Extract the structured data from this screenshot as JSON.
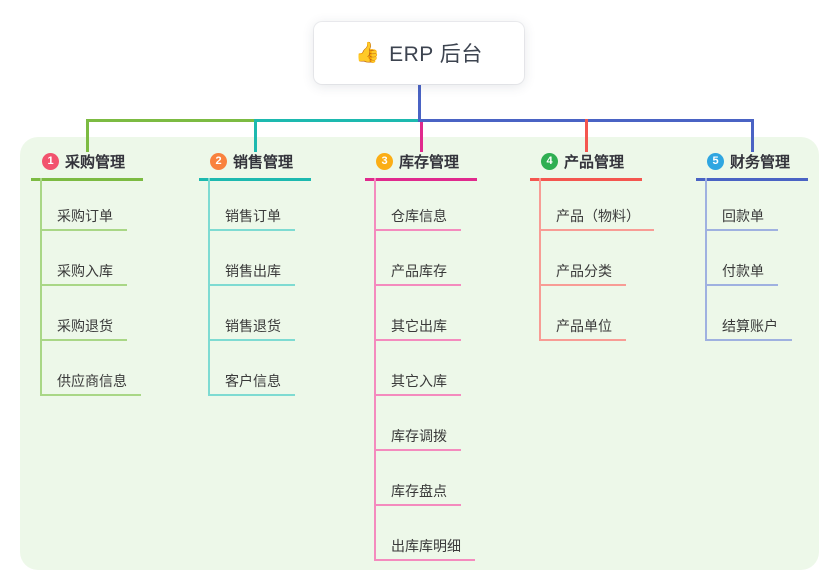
{
  "root": {
    "icon": "👍",
    "label": "ERP 后台"
  },
  "panel_bg": "#EDF8E9",
  "trunk_color": "#4A63C4",
  "branches": [
    {
      "badge": "1",
      "label": "采购管理",
      "badge_color": "#F2536E",
      "line_color": "#7CBB42",
      "light_color": "#A9D786",
      "children": [
        "采购订单",
        "采购入库",
        "采购退货",
        "供应商信息"
      ]
    },
    {
      "badge": "2",
      "label": "销售管理",
      "badge_color": "#F9823E",
      "line_color": "#1DB9AF",
      "light_color": "#7EDBD2",
      "children": [
        "销售订单",
        "销售出库",
        "销售退货",
        "客户信息"
      ]
    },
    {
      "badge": "3",
      "label": "库存管理",
      "badge_color": "#FBAE15",
      "line_color": "#E02A8D",
      "light_color": "#F48BBE",
      "children": [
        "仓库信息",
        "产品库存",
        "其它出库",
        "其它入库",
        "库存调拨",
        "库存盘点",
        "出库库明细"
      ]
    },
    {
      "badge": "4",
      "label": "产品管理",
      "badge_color": "#2FAF52",
      "line_color": "#F4564F",
      "light_color": "#F89C95",
      "children": [
        "产品（物料）",
        "产品分类",
        "产品单位"
      ]
    },
    {
      "badge": "5",
      "label": "财务管理",
      "badge_color": "#2FA6E1",
      "line_color": "#4A63C4",
      "light_color": "#9FB1E0",
      "children": [
        "回款单",
        "付款单",
        "结算账户"
      ]
    }
  ]
}
